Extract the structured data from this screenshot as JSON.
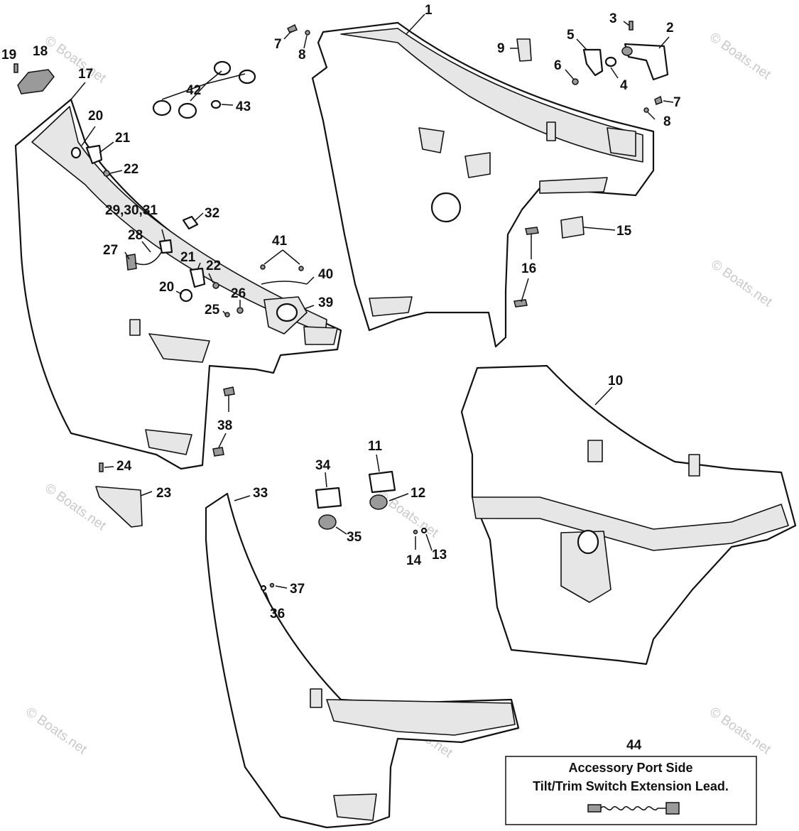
{
  "watermark": "© Boats.net",
  "callouts": {
    "c1": "1",
    "c2": "2",
    "c3": "3",
    "c4": "4",
    "c5": "5",
    "c6": "6",
    "c7a": "7",
    "c7b": "7",
    "c8a": "8",
    "c8b": "8",
    "c9": "9",
    "c10": "10",
    "c11": "11",
    "c12": "12",
    "c13": "13",
    "c14": "14",
    "c15": "15",
    "c16": "16",
    "c17": "17",
    "c18": "18",
    "c19": "19",
    "c20a": "20",
    "c20b": "20",
    "c21a": "21",
    "c21b": "21",
    "c22a": "22",
    "c22b": "22",
    "c23": "23",
    "c24": "24",
    "c25": "25",
    "c26": "26",
    "c27": "27",
    "c28": "28",
    "c29": "29,30,31",
    "c32": "32",
    "c33": "33",
    "c34": "34",
    "c35": "35",
    "c36": "36",
    "c37": "37",
    "c38": "38",
    "c39": "39",
    "c40": "40",
    "c41": "41",
    "c42": "42",
    "c43": "43",
    "c44": "44"
  },
  "accessory_box": {
    "line1": "Accessory Port Side",
    "line2": "Tilt/Trim Switch Extension Lead."
  }
}
